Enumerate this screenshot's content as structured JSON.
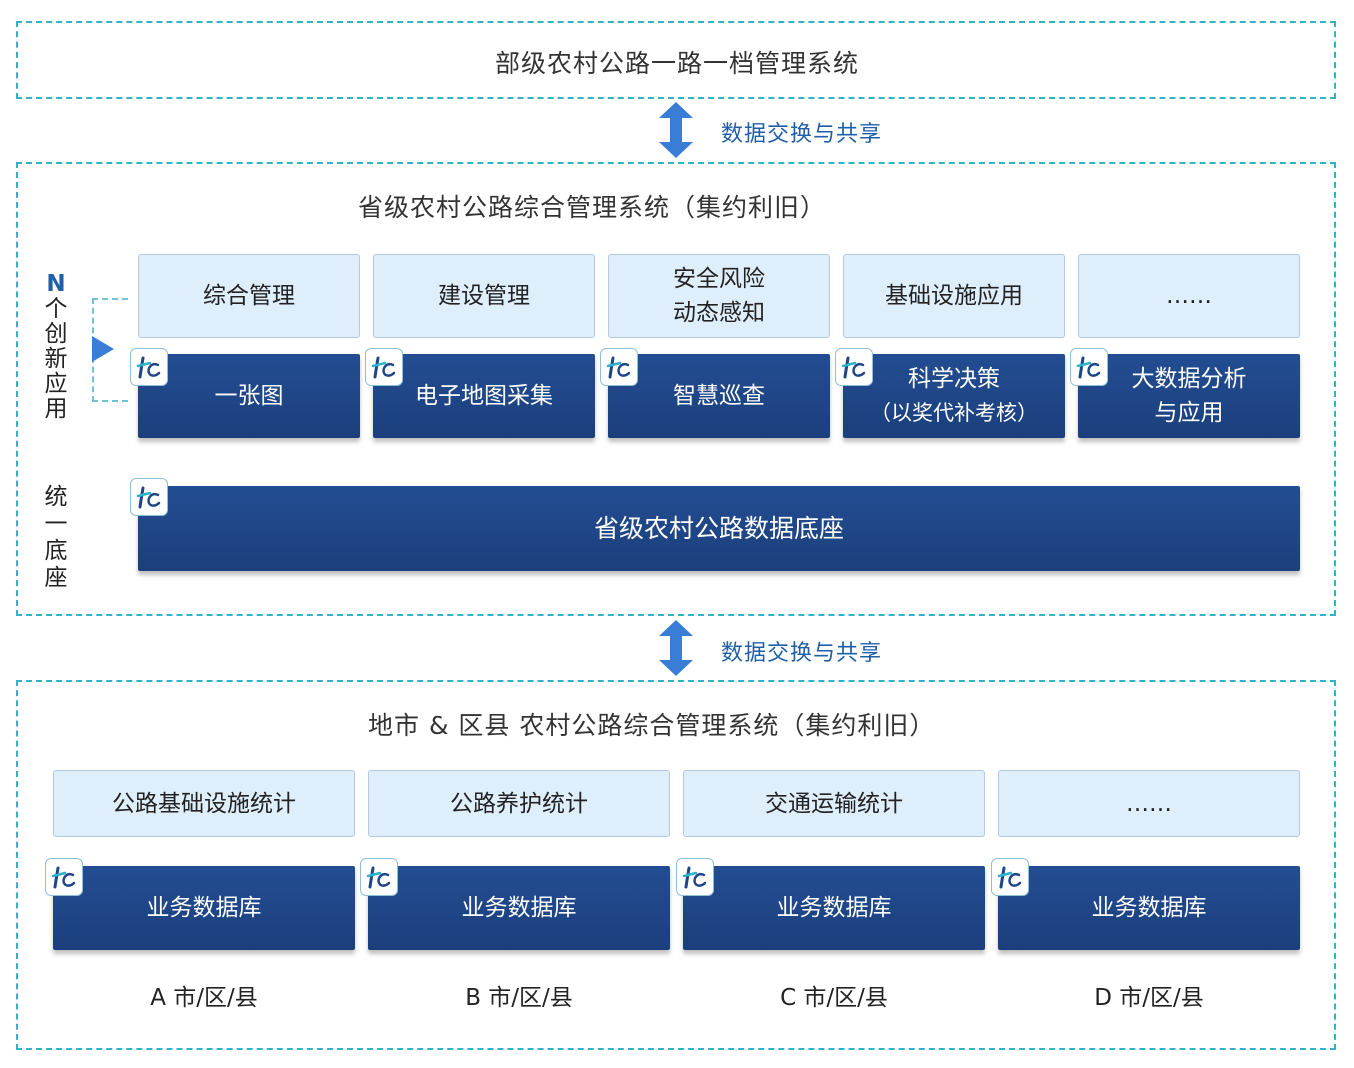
{
  "top_system": {
    "title": "部级农村公路一路一档管理系统"
  },
  "exchange": {
    "label_1": "数据交换与共享",
    "label_2": "数据交换与共享"
  },
  "provincial": {
    "title": "省级农村公路综合管理系统（集约利旧）",
    "side_label_n": "N",
    "side_label_rest": [
      "个",
      "创",
      "新",
      "应",
      "用"
    ],
    "side_label_base": [
      "统",
      "一",
      "底",
      "座"
    ],
    "modules": [
      {
        "label": "综合管理"
      },
      {
        "label": "建设管理"
      },
      {
        "label": "安全风险",
        "label2": "动态感知"
      },
      {
        "label": "基础设施应用"
      },
      {
        "label": "……"
      }
    ],
    "apps": [
      {
        "label": "一张图"
      },
      {
        "label": "电子地图采集"
      },
      {
        "label": "智慧巡查"
      },
      {
        "label": "科学决策",
        "label2": "（以奖代补考核）"
      },
      {
        "label": "大数据分析",
        "label2": "与应用"
      }
    ],
    "base": {
      "label": "省级农村公路数据底座"
    }
  },
  "local": {
    "title": "地市 & 区县 农村公路综合管理系统（集约利旧）",
    "stats": [
      {
        "label": "公路基础设施统计"
      },
      {
        "label": "公路养护统计"
      },
      {
        "label": "交通运输统计"
      },
      {
        "label": "……"
      }
    ],
    "databases": [
      {
        "label": "业务数据库"
      },
      {
        "label": "业务数据库"
      },
      {
        "label": "业务数据库"
      },
      {
        "label": "业务数据库"
      }
    ],
    "cities": [
      {
        "label": "A 市/区/县"
      },
      {
        "label": "B 市/区/县"
      },
      {
        "label": "C 市/区/县"
      },
      {
        "label": "D 市/区/县"
      }
    ]
  },
  "colors": {
    "dash": "#2fb3c9",
    "dark_block": "#1f4587",
    "light_block": "#deeefb",
    "accent_text": "#1f5fa8",
    "arrow": "#3a7dd6"
  },
  "icons": {
    "exchange_arrow": "double-arrow-vertical-icon",
    "logo": "system-logo-icon",
    "pointer": "triangle-pointer-icon"
  }
}
